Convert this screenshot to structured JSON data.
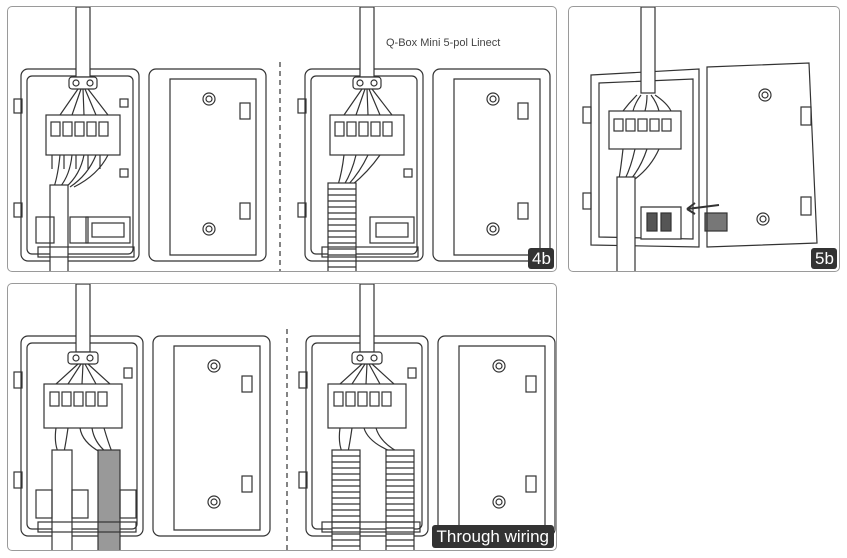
{
  "caption": "Q-Box Mini 5-pol Linect",
  "panels": [
    {
      "label": "4b"
    },
    {
      "label": "5b"
    },
    {
      "label": "Through wiring"
    }
  ],
  "colors": {
    "line": "#333333",
    "panel_border": "#9a9a9a",
    "label_bg": "#333333",
    "cable_fill": "#999999"
  }
}
